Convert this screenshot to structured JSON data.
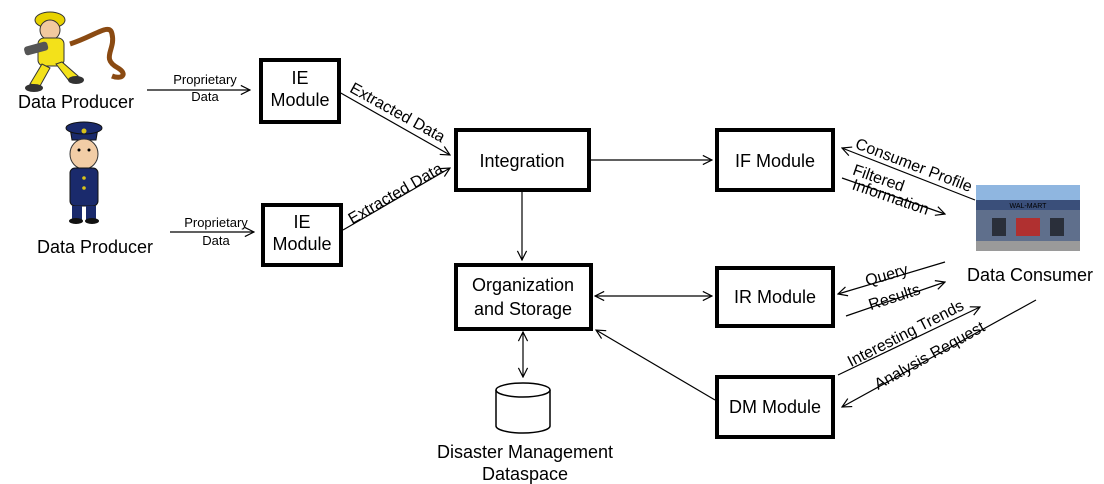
{
  "nodes": {
    "producer1": "Data Producer",
    "producer2": "Data Producer",
    "ie1": [
      "IE",
      "Module"
    ],
    "ie2": [
      "IE",
      "Module"
    ],
    "integration": "Integration",
    "org": [
      "Organization",
      "and Storage"
    ],
    "if_module": "IF Module",
    "ir_module": "IR Module",
    "dm_module": "DM Module",
    "dataspace": [
      "Disaster Management",
      "Dataspace"
    ],
    "consumer": "Data Consumer",
    "store_sign": "WAL-MART"
  },
  "edges": {
    "prop1": [
      "Proprietary",
      "Data"
    ],
    "prop2": [
      "Proprietary",
      "Data"
    ],
    "extracted1": "Extracted Data",
    "extracted2": "Extracted Data",
    "consumer_profile": "Consumer Profile",
    "filtered": [
      "Filtered",
      "Information"
    ],
    "query": "Query",
    "results": "Results",
    "trends": "Interesting Trends",
    "analysis": "Analysis Request"
  }
}
